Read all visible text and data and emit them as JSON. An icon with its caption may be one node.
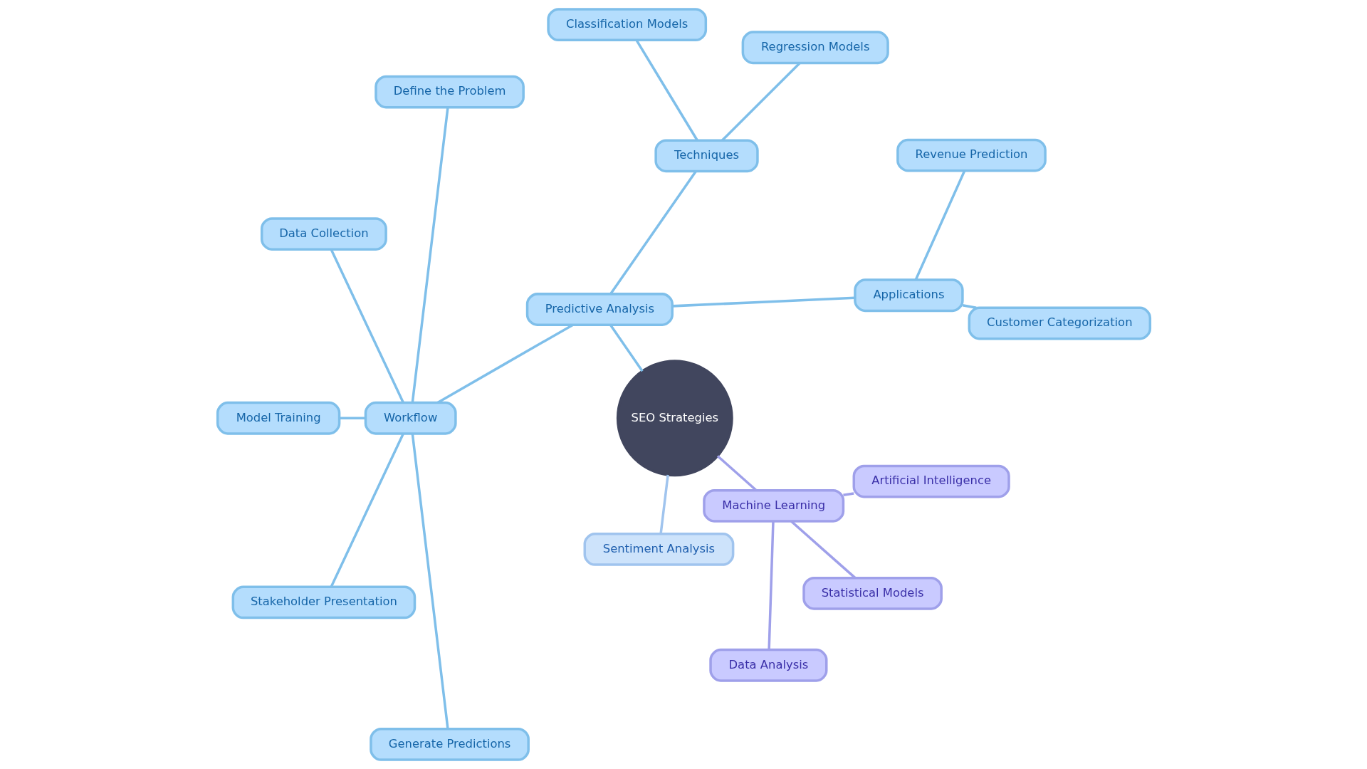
{
  "diagram": {
    "nodes": [
      {
        "text": [
          "SEO Strategies"
        ]
      },
      {
        "text": [
          "Predictive Analysis"
        ]
      },
      {
        "text": [
          "Applications"
        ]
      },
      {
        "text": [
          "Customer Categorization"
        ]
      },
      {
        "text": [
          "Revenue Prediction"
        ]
      },
      {
        "text": [
          "Techniques"
        ]
      },
      {
        "text": [
          "Regression Models"
        ]
      },
      {
        "text": [
          "Classification Models"
        ]
      },
      {
        "text": [
          "Workflow"
        ]
      },
      {
        "text": [
          "Define the Problem"
        ]
      },
      {
        "text": [
          "Data Collection"
        ]
      },
      {
        "text": [
          "Model Training"
        ]
      },
      {
        "text": [
          "Stakeholder Presentation"
        ]
      },
      {
        "text": [
          "Generate Predictions"
        ]
      },
      {
        "text": [
          "Sentiment Analysis"
        ]
      },
      {
        "text": [
          "Machine Learning"
        ]
      },
      {
        "text": [
          "Data Analysis"
        ]
      },
      {
        "text": [
          "Statistical Models"
        ]
      },
      {
        "text": [
          "Artificial Intelligence"
        ]
      }
    ],
    "edges": [
      {
        "from": 0,
        "to": 1,
        "arrow": "none"
      },
      {
        "from": 1,
        "to": 2,
        "arrow": "none"
      },
      {
        "from": 2,
        "to": 3,
        "arrow": "none"
      },
      {
        "from": 2,
        "to": 4,
        "arrow": "none"
      },
      {
        "from": 1,
        "to": 5,
        "arrow": "none"
      },
      {
        "from": 5,
        "to": 6,
        "arrow": "none"
      },
      {
        "from": 5,
        "to": 7,
        "arrow": "none"
      },
      {
        "from": 1,
        "to": 8,
        "arrow": "none"
      },
      {
        "from": 8,
        "to": 9,
        "arrow": "none"
      },
      {
        "from": 8,
        "to": 10,
        "arrow": "none"
      },
      {
        "from": 8,
        "to": 11,
        "arrow": "none"
      },
      {
        "from": 8,
        "to": 12,
        "arrow": "none"
      },
      {
        "from": 8,
        "to": 13,
        "arrow": "none"
      },
      {
        "from": 0,
        "to": 14,
        "arrow": "none",
        "color": "#a0c4ee"
      },
      {
        "from": 0,
        "to": 15,
        "arrow": "none",
        "color": "#9fa0ea"
      },
      {
        "from": 15,
        "to": 16,
        "arrow": "none",
        "color": "#9fa0ea"
      },
      {
        "from": 15,
        "to": 17,
        "arrow": "none",
        "color": "#9fa0ea"
      },
      {
        "from": 15,
        "to": 18,
        "arrow": "none",
        "color": "#9fa0ea"
      }
    ]
  }
}
